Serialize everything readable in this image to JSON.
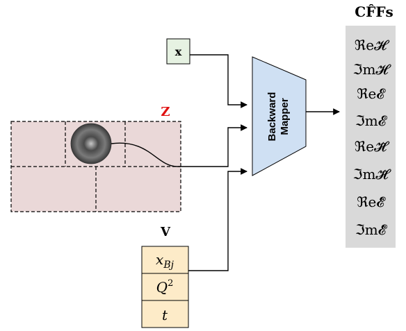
{
  "cffs_title": "CF̂Fs",
  "cffs": [
    "ℜe𝓗",
    "ℑm𝓗",
    "ℜe𝓔",
    "ℑm𝓔",
    "ℜe𝓗̃",
    "ℑm𝓗̃",
    "ℜe𝓔̃",
    "ℑm𝓔̃"
  ],
  "x_label": "x",
  "z_label": "Z",
  "v_label": "V",
  "v_entries": [
    "x_Bj",
    "Q²",
    "t"
  ],
  "mapper_line1": "Backward",
  "mapper_line2": "Mapper",
  "colors": {
    "mapper_fill": "#cfe0f3",
    "cff_fill": "#d9d9d9",
    "x_fill": "#e6f2e2",
    "v_fill": "#fdebc8",
    "z_fill": "#ead8d8",
    "z_label": "#e01010"
  }
}
